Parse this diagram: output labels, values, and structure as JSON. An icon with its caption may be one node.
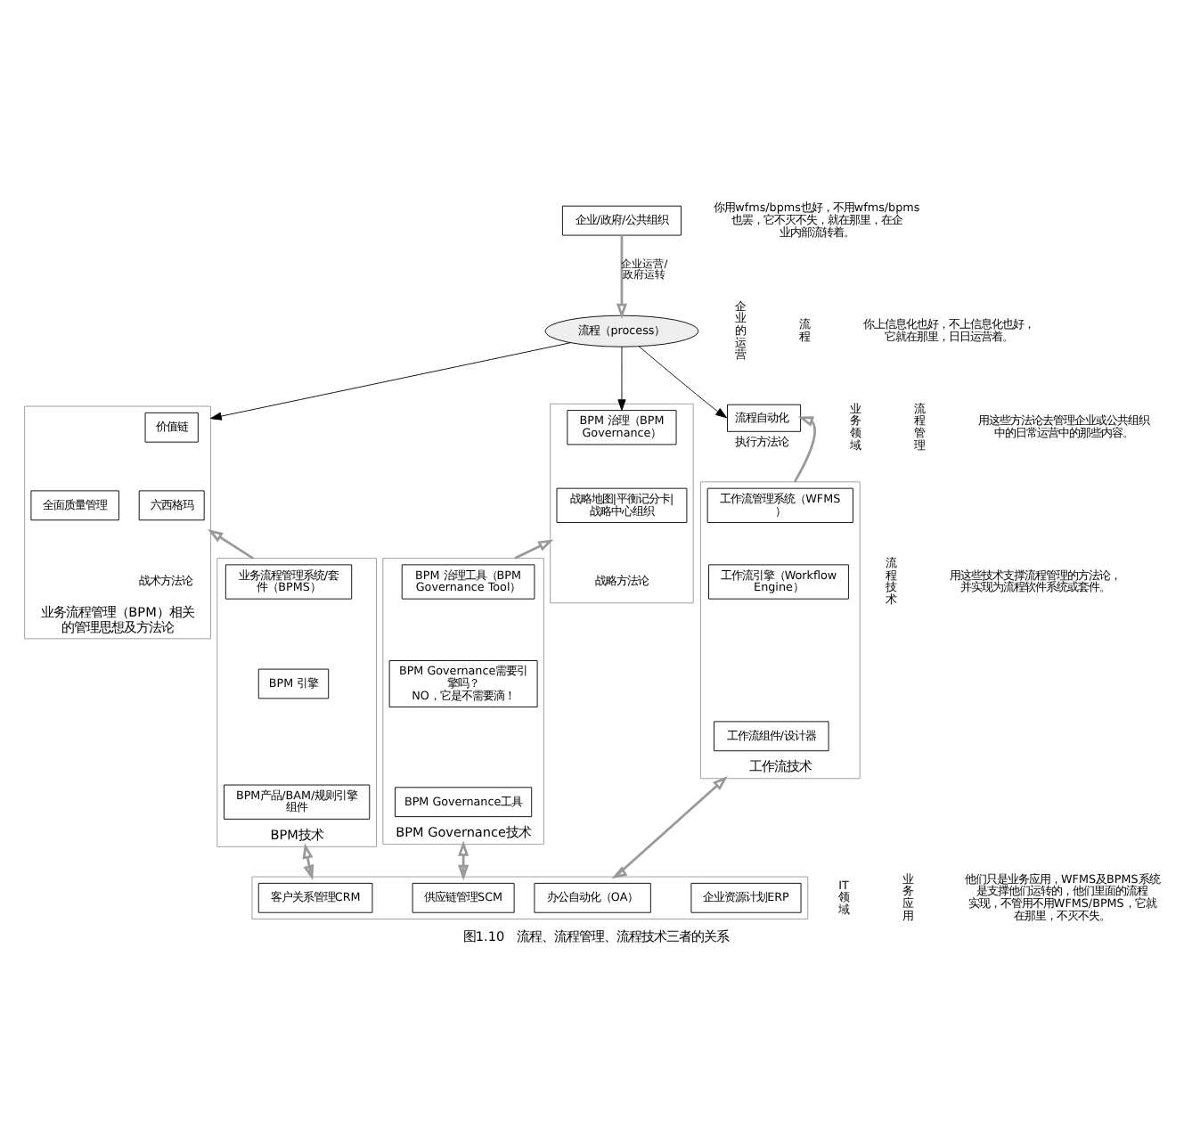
{
  "diagram": {
    "caption": "图1.10　流程、流程管理、流程技术三者的关系",
    "nodes": [
      {
        "text": [
          "企业/政府/公共组织"
        ]
      },
      {
        "text": [
          "流程（process）"
        ]
      },
      {
        "text": [
          "流程自动化"
        ],
        "beside": [
          "执行方法论"
        ]
      },
      {
        "text": [
          "业务流程管理（BPM）相关的管理思想及方法论"
        ],
        "beside": [
          "战术方法论"
        ]
      },
      {
        "text": [
          "价值链"
        ],
        "in": 3
      },
      {
        "text": [
          "全面质量管理"
        ],
        "in": 3
      },
      {
        "text": [
          "六西格玛"
        ],
        "in": 3
      },
      {
        "text": [],
        "shape": "box",
        "beside": [
          "战略方法论"
        ]
      },
      {
        "text": [
          "BPM 治理（BPM Governance）"
        ],
        "in": 7
      },
      {
        "text": [
          "战略地图|平衡记分卡|战略中心组织"
        ],
        "in": 7
      },
      {
        "text": [
          "工作流技术"
        ]
      },
      {
        "text": [
          "工作流管理系统（WFMS）"
        ],
        "in": 10
      },
      {
        "text": [
          "工作流引擎（Workflow Engine）"
        ],
        "in": 10
      },
      {
        "text": [
          "工作流组件/设计器"
        ],
        "in": 10
      },
      {
        "text": [
          "BPM技术"
        ]
      },
      {
        "text": [
          "业务流程管理系统/套件（BPMS）"
        ],
        "in": 14
      },
      {
        "text": [
          "BPM 引擎"
        ],
        "in": 14
      },
      {
        "text": [
          "BPM产品/BAM/规则引擎组件"
        ],
        "in": 14
      },
      {
        "text": [
          "BPM Governance技术"
        ]
      },
      {
        "text": [
          "BPM 治理工具（BPM Governance Tool）"
        ],
        "in": 18
      },
      {
        "text": [
          "BPM Governance需要引擎吗？",
          "NO，它是不需要滴！"
        ],
        "in": 18
      },
      {
        "text": [
          "BPM Governance工具"
        ],
        "in": 18
      },
      {
        "text": [],
        "shape": "box"
      },
      {
        "text": [
          "办公自动化（OA）"
        ],
        "in": 22
      },
      {
        "text": [
          "企业资源计划ERP"
        ],
        "in": 22
      },
      {
        "text": [
          "客户关系管理CRM"
        ],
        "in": 22
      },
      {
        "text": [
          "供应链管理SCM"
        ],
        "in": 22
      }
    ],
    "edges": [
      {
        "from": 0,
        "to": 1,
        "arrow": "to",
        "label": "企业运营/政府运转"
      },
      {
        "from": 1,
        "to": 2,
        "arrow": "to",
        "color": "#000000"
      },
      {
        "from": 1,
        "to": 3,
        "arrow": "to",
        "color": "#000000"
      },
      {
        "from": 1,
        "to": 8,
        "arrow": "to",
        "color": "#000000"
      },
      {
        "from": 10,
        "to": 2,
        "arrow": "to"
      },
      {
        "from": 14,
        "to": 3,
        "arrow": "to"
      },
      {
        "from": 18,
        "to": 7,
        "arrow": "to"
      },
      {
        "from": 10,
        "to": 22,
        "arrow": "both"
      },
      {
        "from": 14,
        "to": 22,
        "arrow": "both"
      },
      {
        "from": 18,
        "to": 22,
        "arrow": "both"
      }
    ],
    "labels": [
      "你用wfms/bpms也好，不用wfms/bpms也罢，它不灭不失，就在那里，在企业内部流转着。",
      "企业的运营",
      "流程",
      "你上信息化也好，不上信息化也好，它就在那里，日日运营着。",
      "业务领域",
      "流程管理",
      "用这些方法论去管理企业或公共组织中的日常运营中的那些内容。",
      "流程技术",
      "用这些技术支撑流程管理的方法论，并实现为流程软件系统或套件。",
      "IT领域",
      "业务应用",
      "他们只是业务应用，WFMS及BPMS系统是支撑他们运转的，他们里面的流程实现，不管用不用WFMS/BPMS，它就在那里，不灭不失。"
    ]
  }
}
